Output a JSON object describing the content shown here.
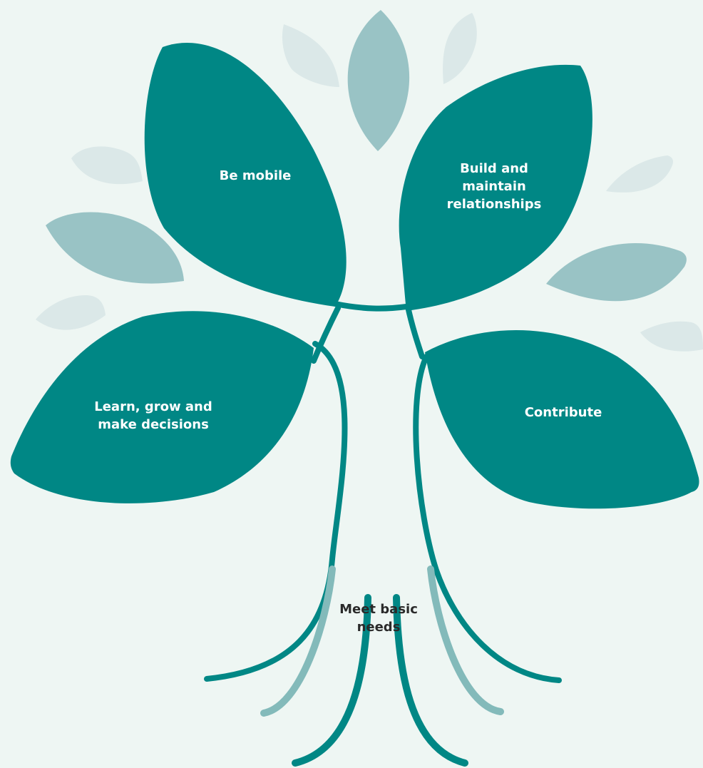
{
  "diagram": {
    "leaves": {
      "be_mobile": "Be mobile",
      "build_relationships": "Build and maintain relationships",
      "learn_grow": "Learn, grow and make decisions",
      "contribute": "Contribute"
    },
    "roots": {
      "meet_basic_needs": "Meet basic needs"
    }
  },
  "colors": {
    "background": "#EEF6F3",
    "primary_teal": "#008785",
    "mid_teal": "#99C3C5",
    "pale_teal": "#DBE8E8",
    "root_light": "#83BABA",
    "label_light": "#FFFFFF",
    "label_dark": "#2A2A2A"
  }
}
